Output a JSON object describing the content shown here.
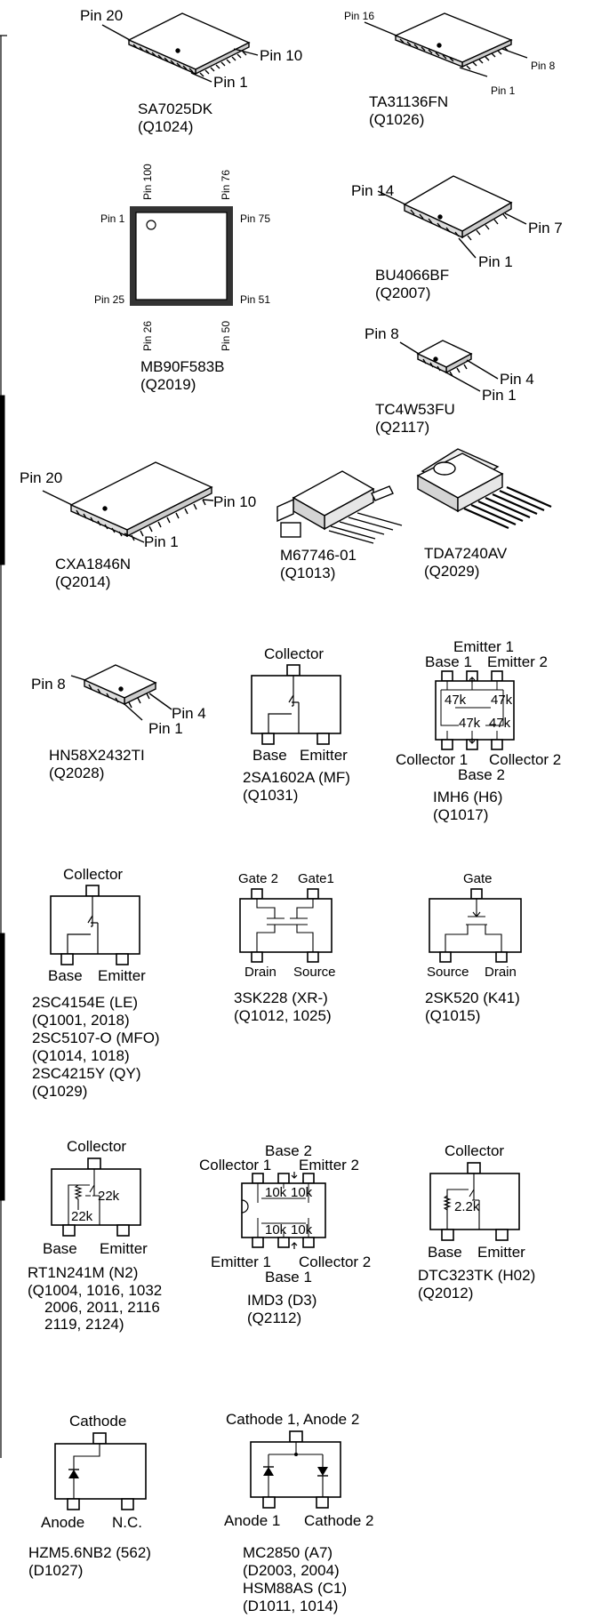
{
  "components": [
    {
      "id": "sa7025dk",
      "name": "SA7025DK",
      "ref": [
        "(Q1024)"
      ],
      "pins": [
        "Pin 20",
        "Pin 10",
        "Pin 1"
      ]
    },
    {
      "id": "ta31136fn",
      "name": "TA31136FN",
      "ref": [
        "(Q1026)"
      ],
      "pins": [
        "Pin 16",
        "Pin 8",
        "Pin 1"
      ]
    },
    {
      "id": "mb90f583b",
      "name": "MB90F583B",
      "ref": [
        "(Q2019)"
      ],
      "pins": [
        "Pin 100",
        "Pin 76",
        "Pin 1",
        "Pin 75",
        "Pin 25",
        "Pin 51",
        "Pin 26",
        "Pin 50"
      ]
    },
    {
      "id": "bu4066bf",
      "name": "BU4066BF",
      "ref": [
        "(Q2007)"
      ],
      "pins": [
        "Pin 14",
        "Pin 7",
        "Pin 1"
      ]
    },
    {
      "id": "tc4w53fu",
      "name": "TC4W53FU",
      "ref": [
        "(Q2117)"
      ],
      "pins": [
        "Pin 8",
        "Pin 4",
        "Pin 1"
      ]
    },
    {
      "id": "cxa1846n",
      "name": "CXA1846N",
      "ref": [
        "(Q2014)"
      ],
      "pins": [
        "Pin 20",
        "Pin 10",
        "Pin 1"
      ]
    },
    {
      "id": "m67746",
      "name": "M67746-01",
      "ref": [
        "(Q1013)"
      ],
      "pins": []
    },
    {
      "id": "tda7240av",
      "name": "TDA7240AV",
      "ref": [
        "(Q2029)"
      ],
      "pins": []
    },
    {
      "id": "hn58x2432ti",
      "name": "HN58X2432TI",
      "ref": [
        "(Q2028)"
      ],
      "pins": [
        "Pin 8",
        "Pin 4",
        "Pin 1"
      ]
    },
    {
      "id": "2sa1602a",
      "name": "2SA1602A (MF)",
      "ref": [
        "(Q1031)"
      ],
      "pins": [
        "Collector",
        "Base",
        "Emitter"
      ]
    },
    {
      "id": "imh6",
      "name": "IMH6 (H6)",
      "ref": [
        "(Q1017)"
      ],
      "pins": [
        "Emitter 1",
        "Base 1",
        "Emitter 2",
        "Collector 1",
        "Collector 2",
        "Base 2"
      ],
      "resistors": [
        "47k",
        "47k",
        "47k",
        "47k"
      ]
    },
    {
      "id": "2sc4154e",
      "name": "2SC4154E (LE)",
      "ref": [
        "(Q1001, 2018)",
        "2SC5107-O (MFO)",
        "(Q1014, 1018)",
        "2SC4215Y (QY)",
        "(Q1029)"
      ],
      "pins": [
        "Collector",
        "Base",
        "Emitter"
      ]
    },
    {
      "id": "3sk228",
      "name": "3SK228 (XR-)",
      "ref": [
        "(Q1012, 1025)"
      ],
      "pins": [
        "Gate 2",
        "Gate1",
        "Drain",
        "Source"
      ]
    },
    {
      "id": "2sk520",
      "name": "2SK520 (K41)",
      "ref": [
        "(Q1015)"
      ],
      "pins": [
        "Gate",
        "Source",
        "Drain"
      ]
    },
    {
      "id": "rt1n241m",
      "name": "RT1N241M (N2)",
      "ref": [
        "(Q1004, 1016, 1032",
        "2006, 2011, 2116",
        "2119, 2124)"
      ],
      "pins": [
        "Collector",
        "Base",
        "Emitter"
      ],
      "resistors": [
        "22k",
        "22k"
      ]
    },
    {
      "id": "imd3",
      "name": "IMD3 (D3)",
      "ref": [
        "(Q2112)"
      ],
      "pins": [
        "Base 2",
        "Collector 1",
        "Emitter 2",
        "Emitter 1",
        "Collector 2",
        "Base 1"
      ],
      "resistors": [
        "10k",
        "10k",
        "10k",
        "10k"
      ]
    },
    {
      "id": "dtc323tk",
      "name": "DTC323TK (H02)",
      "ref": [
        "(Q2012)"
      ],
      "pins": [
        "Collector",
        "Base",
        "Emitter"
      ],
      "resistors": [
        "2.2k"
      ]
    },
    {
      "id": "hzm56nb2",
      "name": "HZM5.6NB2 (562)",
      "ref": [
        "(D1027)"
      ],
      "pins": [
        "Cathode",
        "Anode",
        "N.C."
      ]
    },
    {
      "id": "mc2850",
      "name": "MC2850 (A7)",
      "ref": [
        "(D2003, 2004)",
        "HSM88AS (C1)",
        "(D1011, 1014)"
      ],
      "pins": [
        "Cathode 1, Anode 2",
        "Anode 1",
        "Cathode 2"
      ]
    }
  ]
}
